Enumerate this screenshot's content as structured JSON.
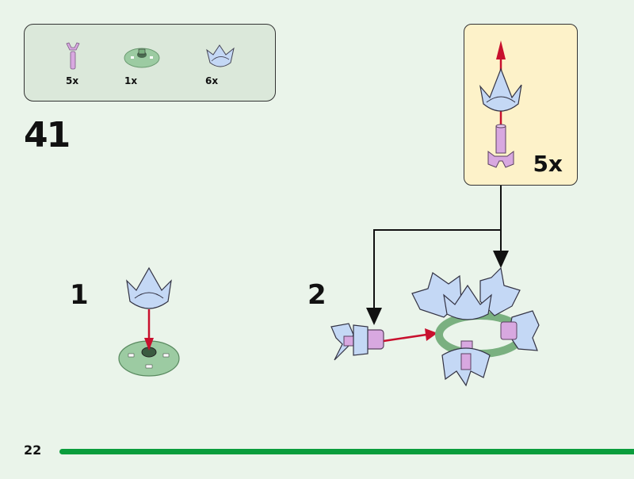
{
  "parts_list": {
    "items": [
      {
        "name": "pink-bar-clip",
        "qty": "5x",
        "color": "#d8a8e0"
      },
      {
        "name": "green-round-plate",
        "qty": "1x",
        "color": "#9ccba2"
      },
      {
        "name": "blue-flower-cup",
        "qty": "6x",
        "color": "#c4d8f5"
      }
    ]
  },
  "step": {
    "number": "41"
  },
  "substeps": [
    {
      "number": "1"
    },
    {
      "number": "2"
    }
  ],
  "callout": {
    "qty": "5x"
  },
  "footer": {
    "page_number": "22",
    "progress": 1.0,
    "progress_color": "#0a9d3c"
  },
  "colors": {
    "arrow_red": "#c8102e",
    "background": "#eaf4ea",
    "callout_bg": "#fdf2c9",
    "parts_bg": "#dbe8da"
  }
}
